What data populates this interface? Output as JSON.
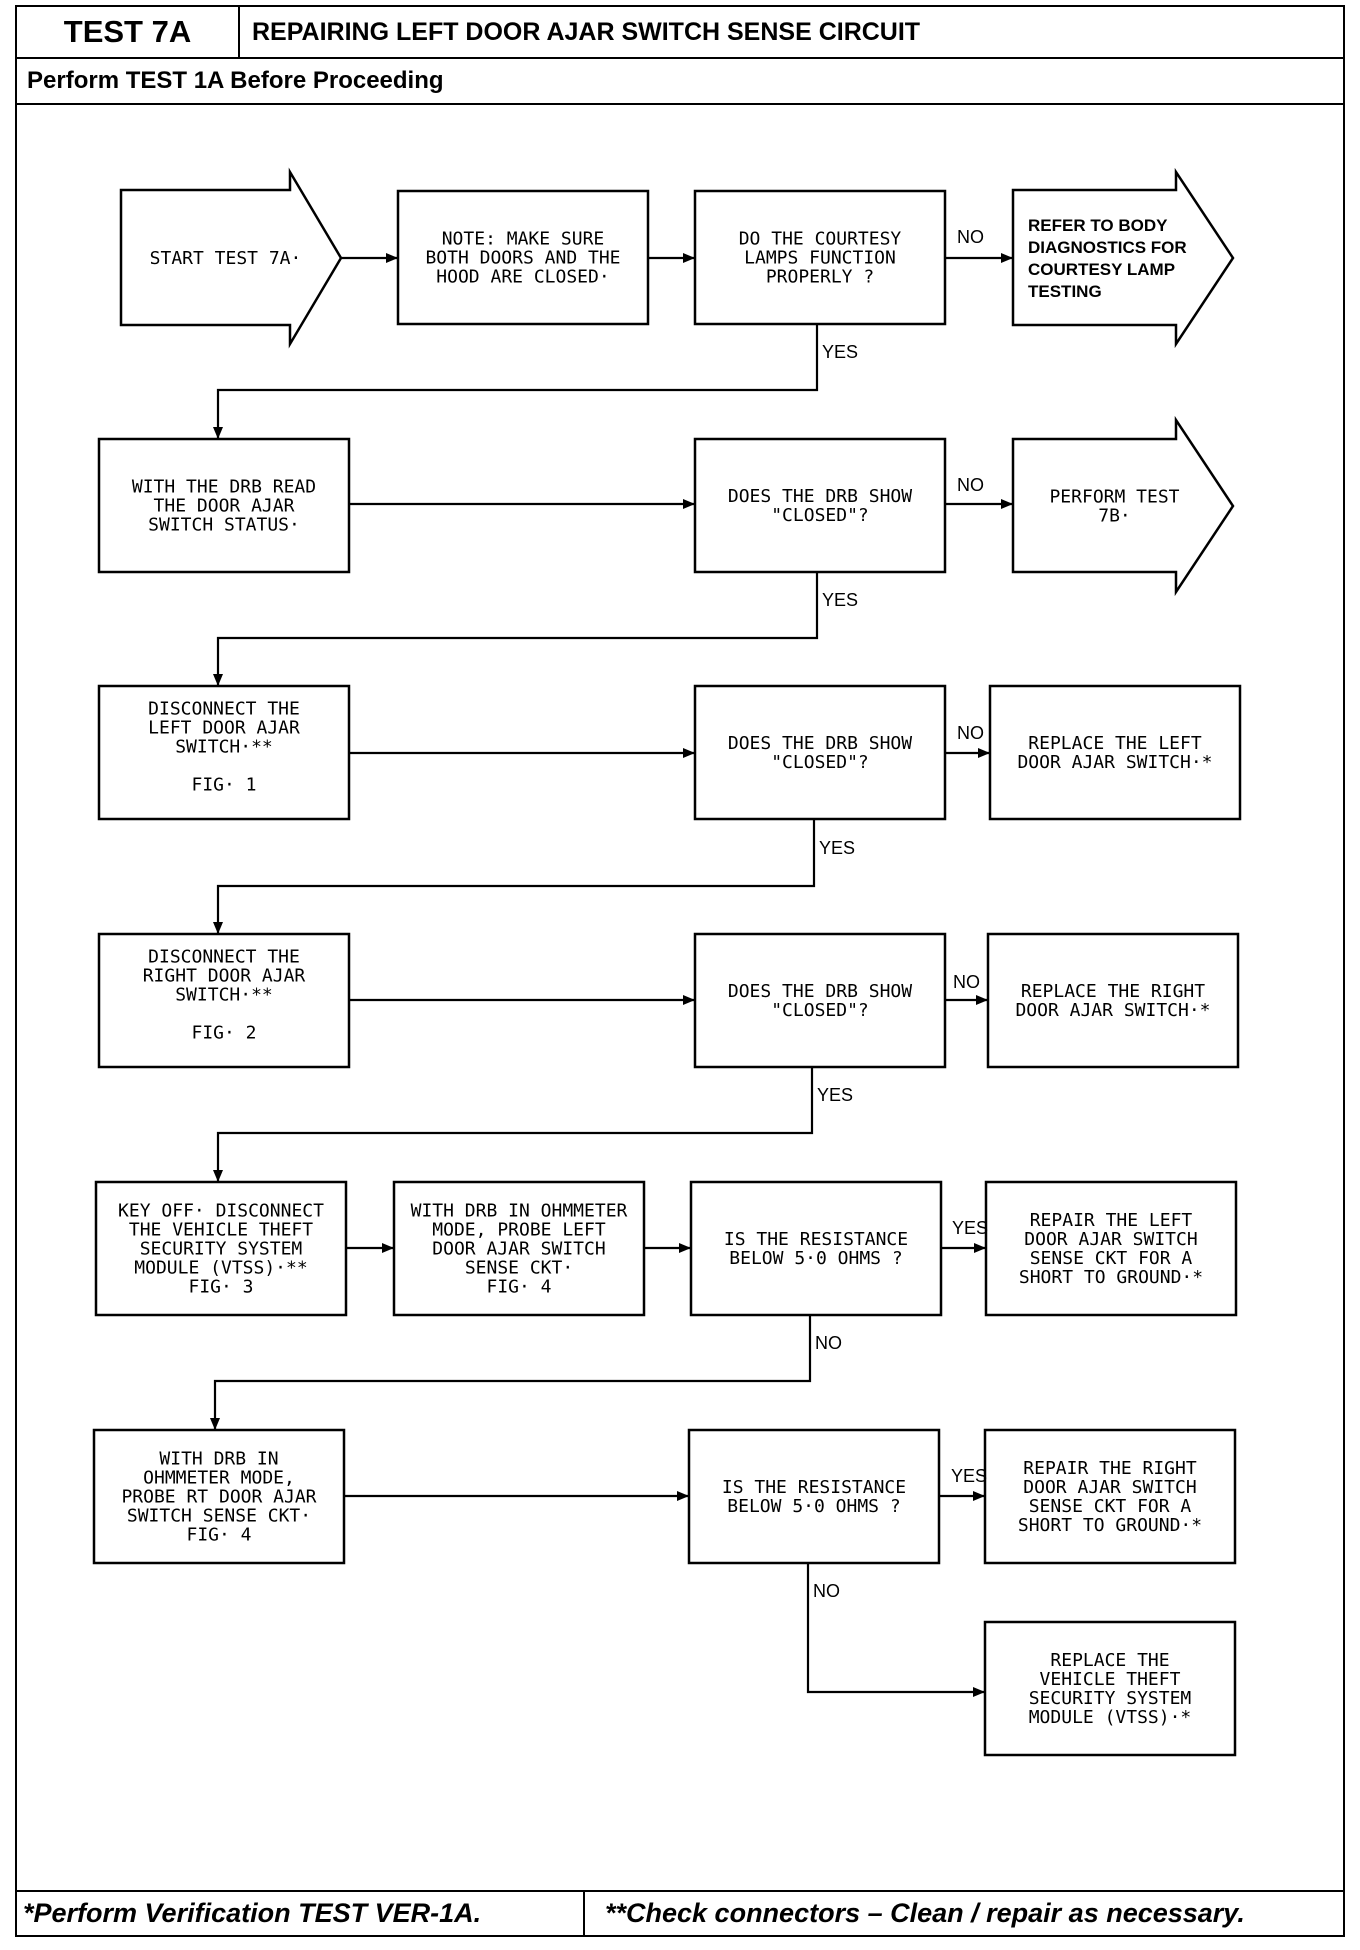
{
  "header": {
    "test_id": "TEST 7A",
    "title": "REPAIRING LEFT DOOR AJAR SWITCH SENSE CIRCUIT",
    "prerequisite": "Perform TEST 1A Before Proceeding"
  },
  "footer": {
    "note_single": "*Perform Verification TEST VER-1A.",
    "note_double": "**Check connectors – Clean / repair as necessary."
  },
  "labels": {
    "yes": "YES",
    "no": "NO"
  },
  "nodes": {
    "start": [
      "START TEST 7A·"
    ],
    "note": [
      "NOTE: MAKE SURE",
      "BOTH DOORS AND THE",
      "HOOD ARE CLOSED·"
    ],
    "q_lamps": [
      "DO THE COURTESY",
      "LAMPS FUNCTION",
      "PROPERLY ?"
    ],
    "refer_body": [
      "REFER TO BODY",
      "DIAGNOSTICS FOR",
      "COURTESY LAMP",
      "TESTING"
    ],
    "read_status": [
      "WITH THE DRB READ",
      "THE DOOR AJAR",
      "SWITCH STATUS·"
    ],
    "q_closed_1": [
      "DOES THE DRB SHOW",
      "\"CLOSED\"?"
    ],
    "perform_7b": [
      "PERFORM TEST",
      "7B·"
    ],
    "disc_left": [
      "DISCONNECT THE",
      "LEFT DOOR AJAR",
      "SWITCH·**",
      "",
      "FIG· 1"
    ],
    "q_closed_2": [
      "DOES THE DRB SHOW",
      "\"CLOSED\"?"
    ],
    "replace_left": [
      "REPLACE THE LEFT",
      "DOOR AJAR SWITCH·*"
    ],
    "disc_right": [
      "DISCONNECT THE",
      "RIGHT DOOR AJAR",
      "SWITCH·**",
      "",
      "FIG· 2"
    ],
    "q_closed_3": [
      "DOES THE DRB SHOW",
      "\"CLOSED\"?"
    ],
    "replace_right": [
      "REPLACE THE RIGHT",
      "DOOR AJAR SWITCH·*"
    ],
    "key_off": [
      "KEY OFF· DISCONNECT",
      "THE VEHICLE THEFT",
      "SECURITY SYSTEM",
      "MODULE (VTSS)·**",
      "FIG· 3"
    ],
    "probe_left": [
      "WITH DRB IN OHMMETER",
      "MODE, PROBE LEFT",
      "DOOR AJAR SWITCH",
      "SENSE CKT·",
      "FIG· 4"
    ],
    "q_res_1": [
      "IS THE RESISTANCE",
      "BELOW 5·0 OHMS ?"
    ],
    "repair_left": [
      "REPAIR THE LEFT",
      "DOOR AJAR SWITCH",
      "SENSE CKT FOR A",
      "SHORT TO GROUND·*"
    ],
    "probe_right": [
      "WITH DRB IN",
      "OHMMETER MODE,",
      "PROBE RT DOOR AJAR",
      "SWITCH SENSE CKT·",
      "FIG· 4"
    ],
    "q_res_2": [
      "IS THE RESISTANCE",
      "BELOW 5·0 OHMS ?"
    ],
    "repair_right": [
      "REPAIR THE RIGHT",
      "DOOR AJAR SWITCH",
      "SENSE CKT FOR A",
      "SHORT TO GROUND·*"
    ],
    "replace_vtss": [
      "REPLACE THE",
      "VEHICLE THEFT",
      "SECURITY SYSTEM",
      "MODULE (VTSS)·*"
    ]
  }
}
